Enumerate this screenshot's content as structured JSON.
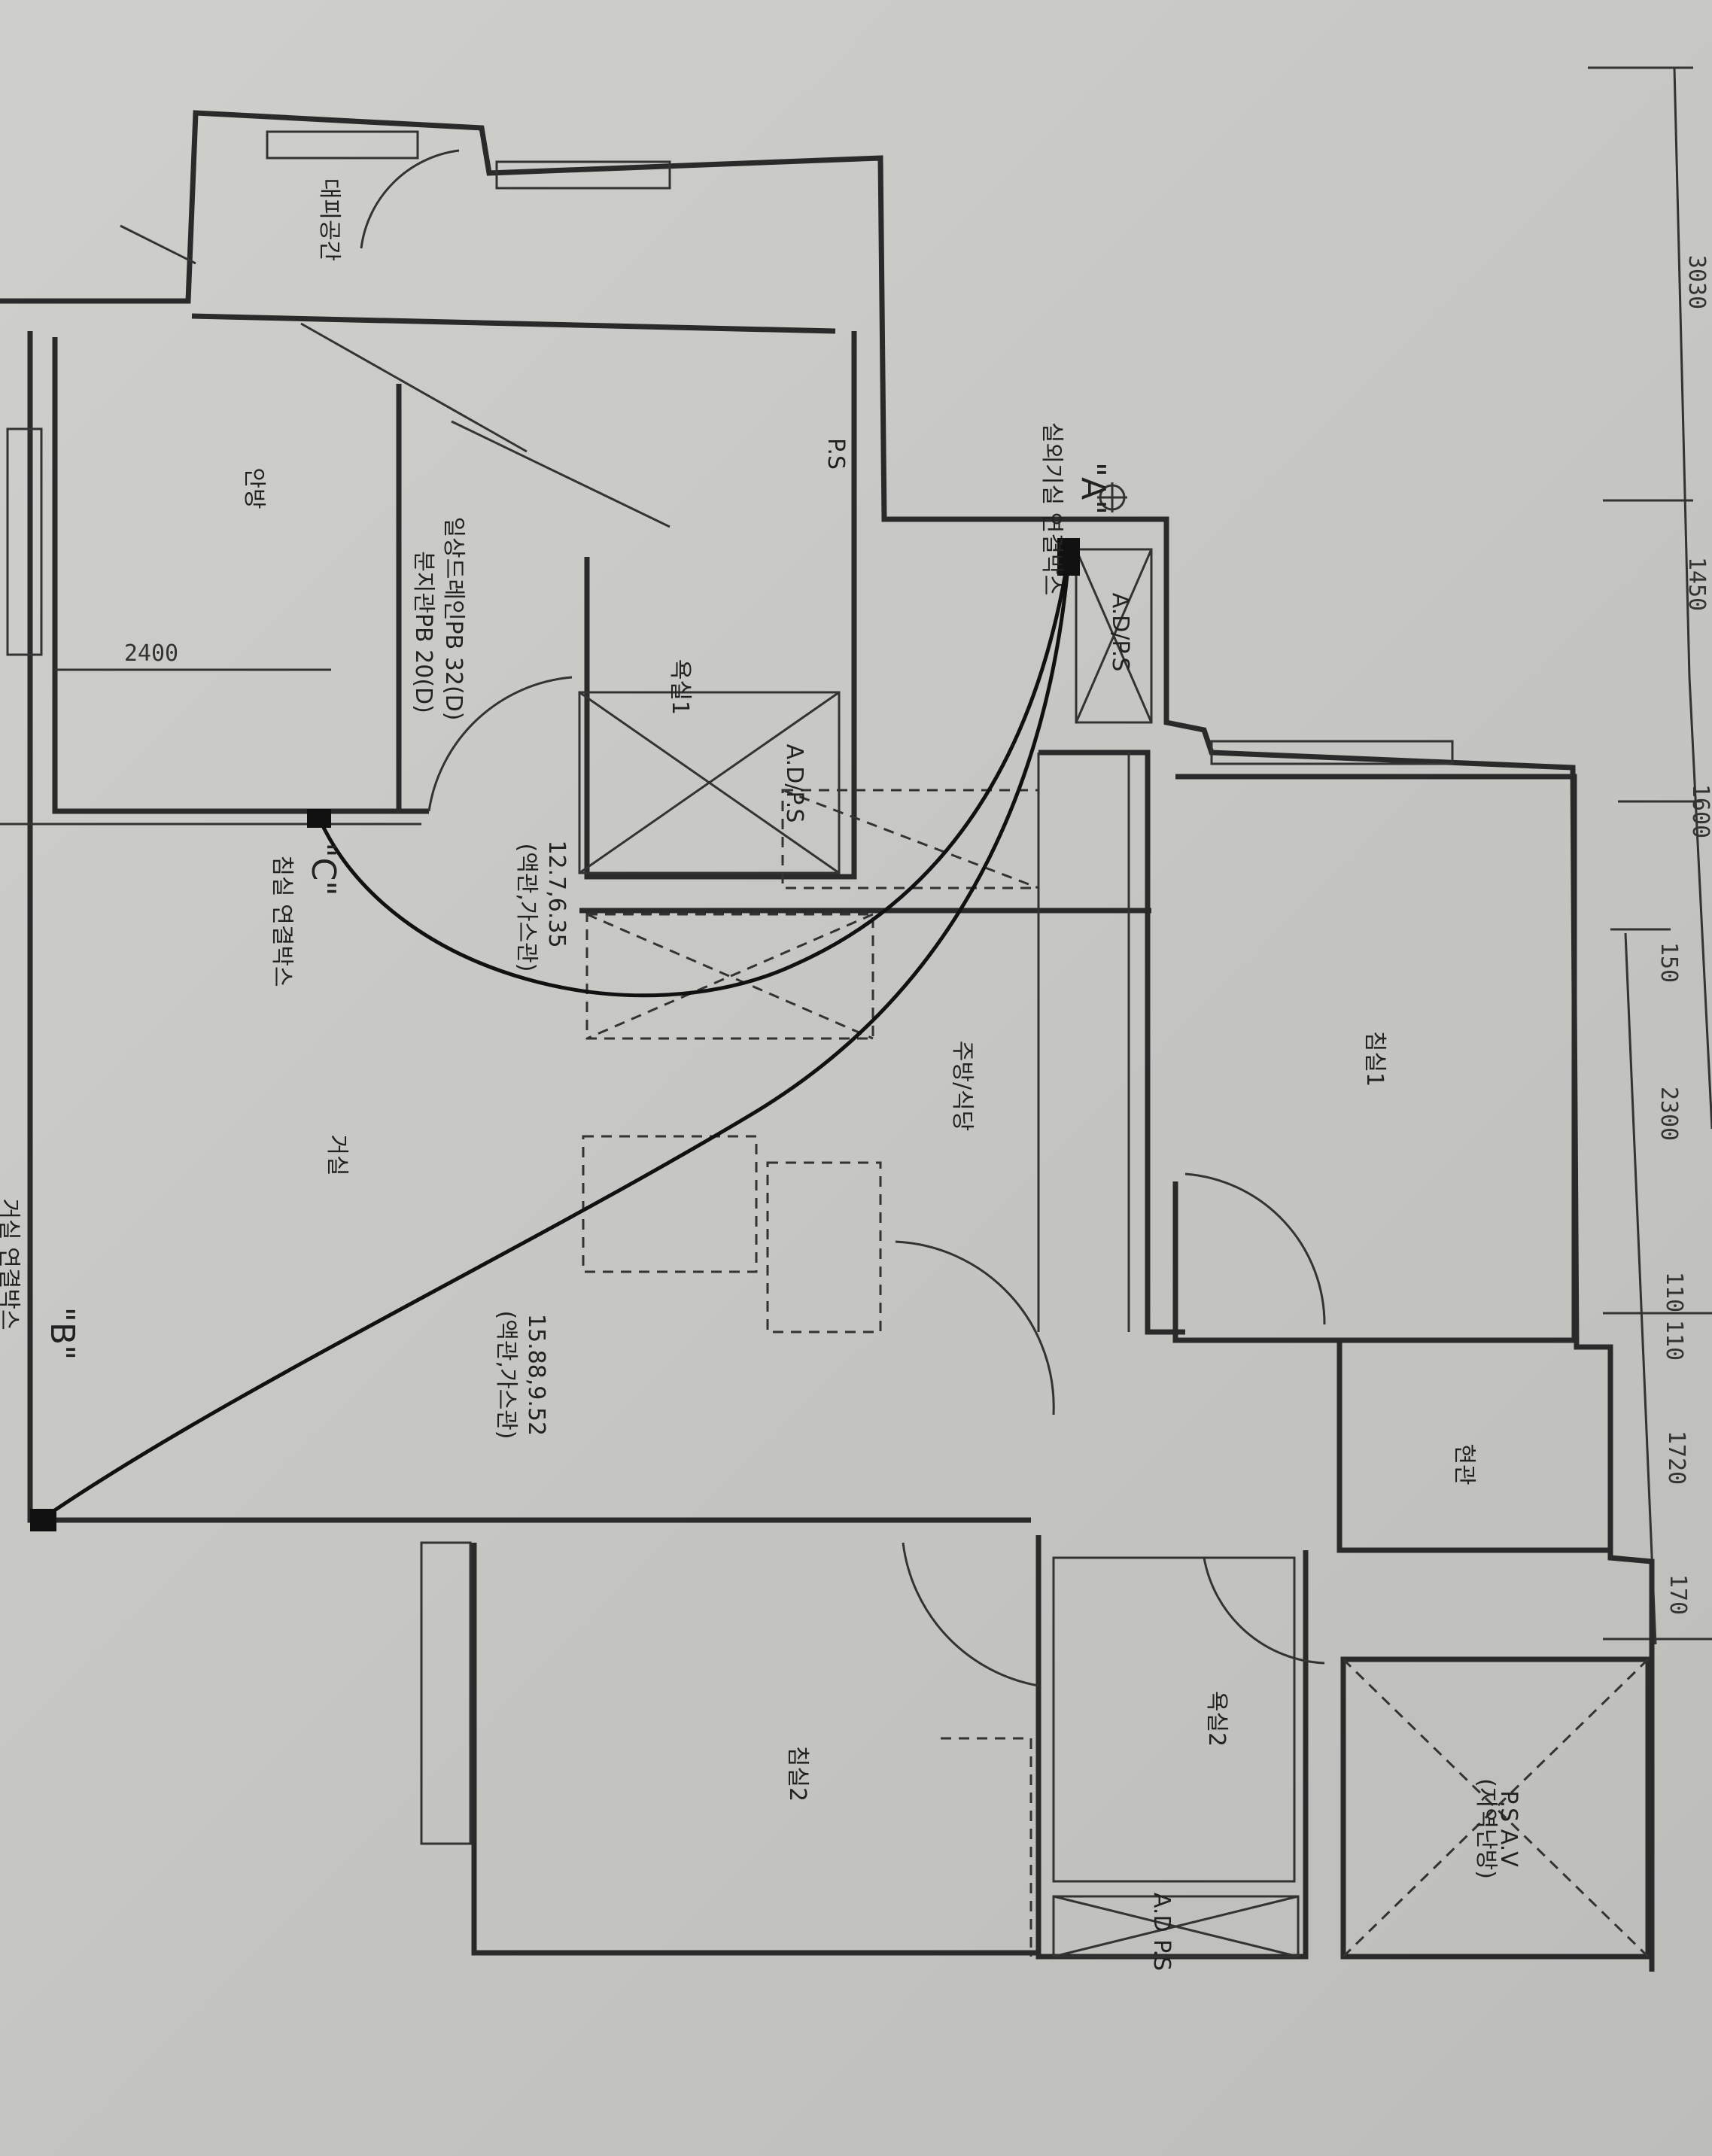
{
  "dimensions": {
    "top": [
      "3030",
      "1450",
      "1600"
    ],
    "right": [
      "150",
      "2300",
      "110",
      "110",
      "1720",
      "170"
    ],
    "master_bedroom_width": "2400"
  },
  "rooms": {
    "evacuation_space": "대피공간",
    "master_bedroom": "안방",
    "bathroom1": "욕실1",
    "kitchen_dining": "주방/식당",
    "living_room": "거실",
    "bedroom1": "침실1",
    "entrance": "현관",
    "bathroom2": "욕실2",
    "bedroom2": "침실2"
  },
  "shafts": {
    "ad_ps_bath1": "A.D/P.S",
    "ps_bath1": "P.S",
    "ad_ps_outdoor": "A.D/P.S",
    "ad_ps_bath2": "A.D P.S",
    "ps_av": "P.S A.V",
    "ps_av_note": "(지역난방)"
  },
  "connection_points": {
    "a_marker": "\"A\"",
    "a_label": "실외기실 연결박스",
    "b_marker": "\"B\"",
    "b_label": "거실 연결박스",
    "c_marker": "\"C\"",
    "c_label": "침실 연결박스"
  },
  "pipe_notes": {
    "drain_main": "일상드레인PB 32(D)",
    "drain_branch": "분지관PB 20(D)",
    "pipe_c_size": "12.7,6.35",
    "pipe_c_type": "(액관,가스관)",
    "pipe_b_size": "15.88,9.52",
    "pipe_b_type": "(액관,가스관)"
  }
}
